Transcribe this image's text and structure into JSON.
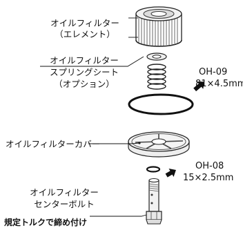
{
  "labels": {
    "oil_filter_element_line1": "オイルフィルター",
    "oil_filter_element_line2": "（エレメント）",
    "spring_seat_line1": "オイルフィルター",
    "spring_seat_line2": "スプリングシート",
    "spring_seat_line3": "（オプション）",
    "oring_large_code": "OH-09",
    "oring_large_size": "81×4.5mm",
    "filter_cover": "オイルフィルターカバー",
    "oring_small_code": "OH-08",
    "oring_small_size": "15×2.5mm",
    "center_bolt_line1": "オイルフィルター",
    "center_bolt_line2": "センターボルト",
    "torque_note": "規定トルクで締め付け"
  }
}
